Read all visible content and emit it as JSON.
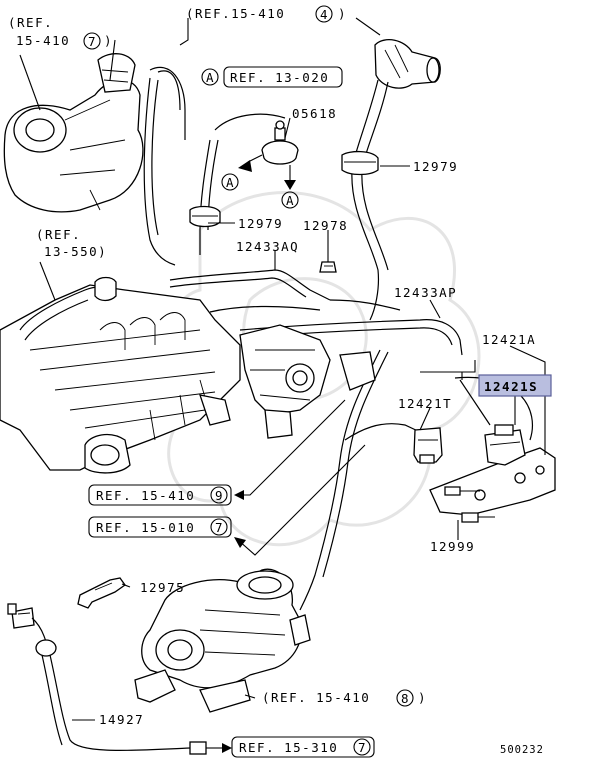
{
  "refs": {
    "top_left": [
      "(REF.",
      "15-410",
      "7",
      ")"
    ],
    "top_center": [
      "(REF.15-410",
      "4",
      ")"
    ],
    "ref_13_020": {
      "marker": "A",
      "text": "REF. 13-020"
    },
    "ref_13_550": [
      "(REF.",
      "13-550)"
    ],
    "ref_15_410_9": {
      "text": "REF. 15-410",
      "num": "9"
    },
    "ref_15_010_7": {
      "text": "REF. 15-010",
      "num": "7"
    },
    "ref_15_410_8": {
      "text": "(REF. 15-410",
      "num": "8",
      "close": ")"
    },
    "ref_15_310_7": {
      "text": "REF. 15-310",
      "num": "7"
    }
  },
  "parts": {
    "p05618": "05618",
    "p12979_a": "12979",
    "p12979_b": "12979",
    "p12978": "12978",
    "p12433AQ": "12433AQ",
    "p12433AP": "12433AP",
    "p12421A": "12421A",
    "p12421S": "12421S",
    "p12421T": "12421T",
    "p12999": "12999",
    "p12975": "12975",
    "p14927": "14927"
  },
  "markers": {
    "a1": "A",
    "a2": "A"
  },
  "diagram_id": "500232",
  "colors": {
    "highlight_fill": "#b9bedf",
    "highlight_border": "#5a5f99"
  }
}
